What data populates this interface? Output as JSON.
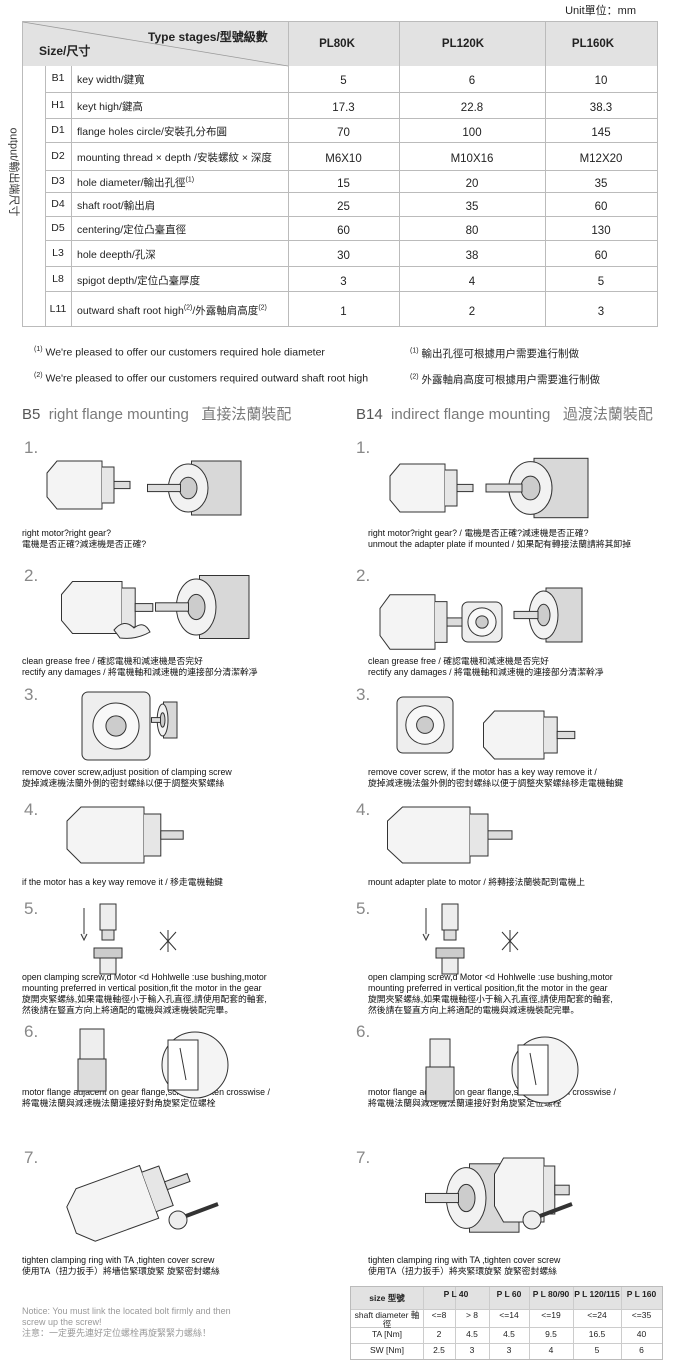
{
  "unit": "Unit單位：mm",
  "table": {
    "header_stage": "Type stages/型號級數",
    "header_size": "Size/尺寸",
    "side_label": "output/輸出端尺寸",
    "columns": [
      "PL80K",
      "PL120K",
      "PL160K"
    ],
    "rows": [
      {
        "code": "B1",
        "desc": "key width/鍵寬",
        "sup": "",
        "v": [
          "5",
          "6",
          "10"
        ]
      },
      {
        "code": "H1",
        "desc": "keyt high/鍵高",
        "sup": "",
        "v": [
          "17.3",
          "22.8",
          "38.3"
        ]
      },
      {
        "code": "D1",
        "desc": "flange holes circle/安裝孔分布圓",
        "sup": "",
        "v": [
          "70",
          "100",
          "145"
        ]
      },
      {
        "code": "D2",
        "desc": "mounting thread × depth /安裝螺紋 × 深度",
        "sup": "",
        "v": [
          "M6X10",
          "M10X16",
          "M12X20"
        ]
      },
      {
        "code": "D3",
        "desc": "hole diameter/輸出孔徑",
        "sup": "(1)",
        "v": [
          "15",
          "20",
          "35"
        ]
      },
      {
        "code": "D4",
        "desc": "shaft root/輸出肩",
        "sup": "",
        "v": [
          "25",
          "35",
          "60"
        ]
      },
      {
        "code": "D5",
        "desc": "centering/定位凸臺直徑",
        "sup": "",
        "v": [
          "60",
          "80",
          "130"
        ]
      },
      {
        "code": "L3",
        "desc": "hole deepth/孔深",
        "sup": "",
        "v": [
          "30",
          "38",
          "60"
        ]
      },
      {
        "code": "L8",
        "desc": "spigot depth/定位凸臺厚度",
        "sup": "",
        "v": [
          "3",
          "4",
          "5"
        ]
      },
      {
        "code": "L11",
        "desc": "outward shaft root high",
        "sup": "(2)",
        "desc2": "/外露軸肩高度",
        "sup2": "(2)",
        "v": [
          "1",
          "2",
          "3"
        ]
      }
    ]
  },
  "notes": [
    {
      "num": "(1)",
      "en": "We're pleased to offer our customers required hole diameter",
      "cn": "輸出孔徑可根據用户需要進行制做"
    },
    {
      "num": "(2)",
      "en": "We're pleased to offer our customers required outward shaft root high",
      "cn": "外露軸肩高度可根據用户需要進行制做"
    }
  ],
  "sections": {
    "left": {
      "code": "B5",
      "en": "right flange mounting",
      "cn": "直接法蘭裝配"
    },
    "right": {
      "code": "B14",
      "en": "indirect flange mounting",
      "cn": "過渡法蘭裝配"
    }
  },
  "steps_left": [
    {
      "n": "1.",
      "lines": [
        "right motor?right gear?",
        "電機是否正確?減速機是否正確?"
      ]
    },
    {
      "n": "2.",
      "lines": [
        "clean grease free / 確認電機和減速機是否完好",
        "rectify any damages / 將電機軸和減速機的連接部分清潔幹凈"
      ]
    },
    {
      "n": "3.",
      "lines": [
        "remove cover screw,adjust position of clamping screw",
        "旋掉減速機法蘭外側的密封螺絲以便于調整夾緊螺絲"
      ]
    },
    {
      "n": "4.",
      "lines": [
        "if the motor has a key way remove it / 移走電機軸鍵"
      ]
    },
    {
      "n": "5.",
      "lines": [
        "open clamping screw,d Motor <d Hohlwelle :use bushing,motor",
        "mounting preferred in vertical position,fit the motor in the gear",
        "旋開夾緊螺絲,如果電機軸徑小于輸入孔直徑,請使用配套的軸套,",
        "然後請在豎直方向上將適配的電機與減速機裝配完畢。"
      ]
    },
    {
      "n": "6.",
      "lines": [
        "motor flange adjacent on gear flange,screws tighten crosswise /",
        "將電機法蘭與減速機法蘭連接好對角旋緊定位螺栓"
      ]
    },
    {
      "n": "7.",
      "lines": [
        "tighten clamping ring with TA ,tighten cover screw",
        "使用TA（扭力扳手）將墻信緊環旋緊 旋緊密封螺絲"
      ]
    }
  ],
  "steps_right": [
    {
      "n": "1.",
      "lines": [
        "right motor?right gear? / 電機是否正確?減速機是否正確?",
        "unmout the adapter plate if mounted / 如果配有轉接法蘭請將其卸掉"
      ]
    },
    {
      "n": "2.",
      "lines": [
        "clean grease free / 確認電機和減速機是否完好",
        "rectify any damages / 將電機軸和減速機的連接部分清潔幹凈"
      ]
    },
    {
      "n": "3.",
      "lines": [
        "remove cover screw, if the motor has a key way remove it /",
        "旋掉減速機法盤外側的密封螺絲以便于調整夾緊螺絲移走電機軸鍵"
      ]
    },
    {
      "n": "4.",
      "lines": [
        "mount adapter plate to motor / 將轉接法蘭裝配到電機上"
      ]
    },
    {
      "n": "5.",
      "lines": [
        "open clamping screw,d Motor <d Hohlwelle :use bushing,motor",
        "mounting preferred in vertical position,fit the motor in the gear",
        "旋開夾緊螺絲,如果電機軸徑小于輸入孔直徑,請使用配套的軸套,",
        "然後請在豎直方向上將適配的電機與減速機裝配完畢。"
      ]
    },
    {
      "n": "6.",
      "lines": [
        "motor flange adjacent on gear flange,screws tighten crosswise /",
        "將電機法蘭與減速機法蘭連接好對角旋緊定位螺栓"
      ]
    },
    {
      "n": "7.",
      "lines": [
        "tighten clamping ring with TA ,tighten cover screw",
        "使用TA（扭力扳手）將夾緊環旋緊 旋緊密封螺絲"
      ]
    }
  ],
  "notice": [
    "Notice: You must link the located bolt firmly and then",
    "screw up the screw!",
    "注意：一定要先連好定位螺栓再旋緊緊力螺絲！"
  ],
  "small_table": {
    "header": [
      "size 型號",
      "P L 40",
      "P L 60",
      "P L 80/90",
      "P L 120/115",
      "P L 160"
    ],
    "rows": [
      [
        "shaft diameter 軸 徑",
        "<=8",
        "> 8",
        "<=14",
        "<=19",
        "<=24",
        "<=35"
      ],
      [
        "TA [Nm]",
        "2",
        "4.5",
        "4.5",
        "9.5",
        "16.5",
        "40"
      ],
      [
        "SW [Nm]",
        "2.5",
        "3",
        "3",
        "4",
        "5",
        "6"
      ]
    ]
  }
}
